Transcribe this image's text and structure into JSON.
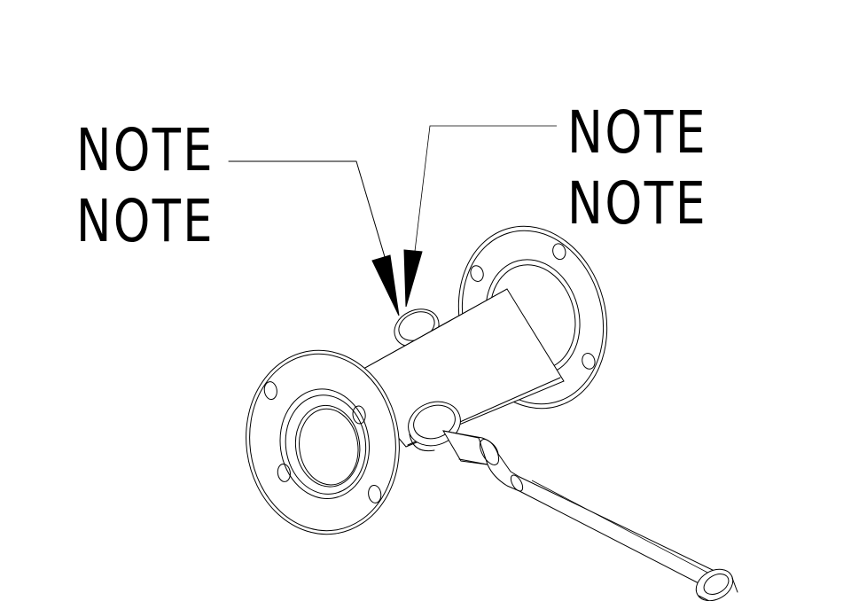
{
  "callouts": [
    {
      "line1": "NOTE",
      "line2": "NOTE"
    },
    {
      "line1": "NOTE",
      "line2": "NOTE"
    }
  ],
  "colors": {
    "ink": "#000000",
    "paper": "#ffffff"
  }
}
